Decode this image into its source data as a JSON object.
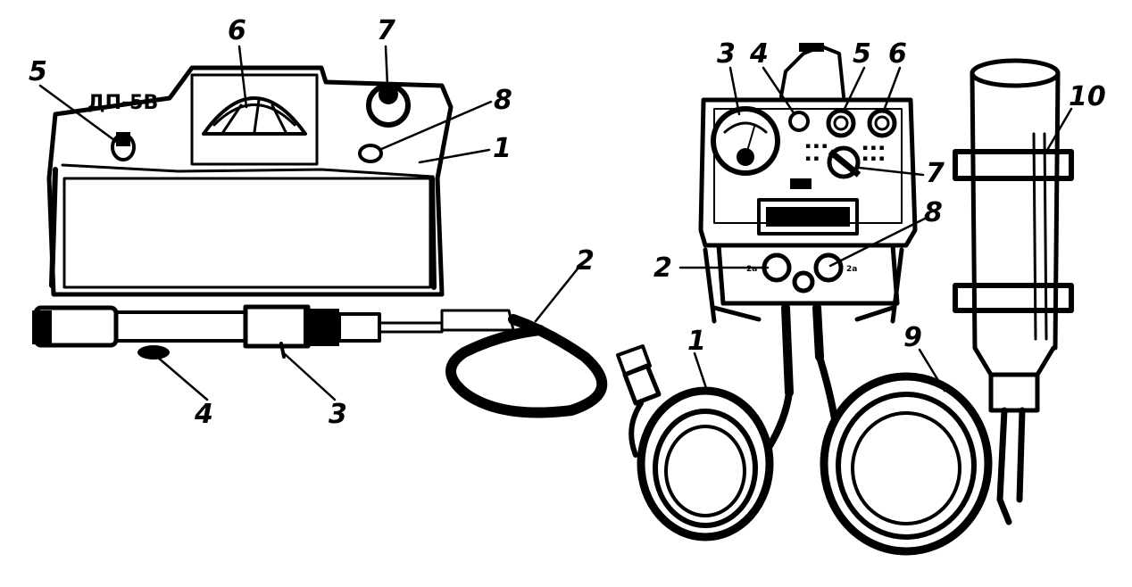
{
  "figure": {
    "left_device": {
      "model_label": "ДП-5В",
      "callouts": [
        "1",
        "2",
        "3",
        "4",
        "5",
        "6",
        "7",
        "8"
      ]
    },
    "right_device": {
      "callouts": [
        "1",
        "2",
        "3",
        "4",
        "5",
        "6",
        "7",
        "8",
        "9",
        "10"
      ],
      "panel_marks": [
        "2a",
        "2a"
      ]
    }
  }
}
